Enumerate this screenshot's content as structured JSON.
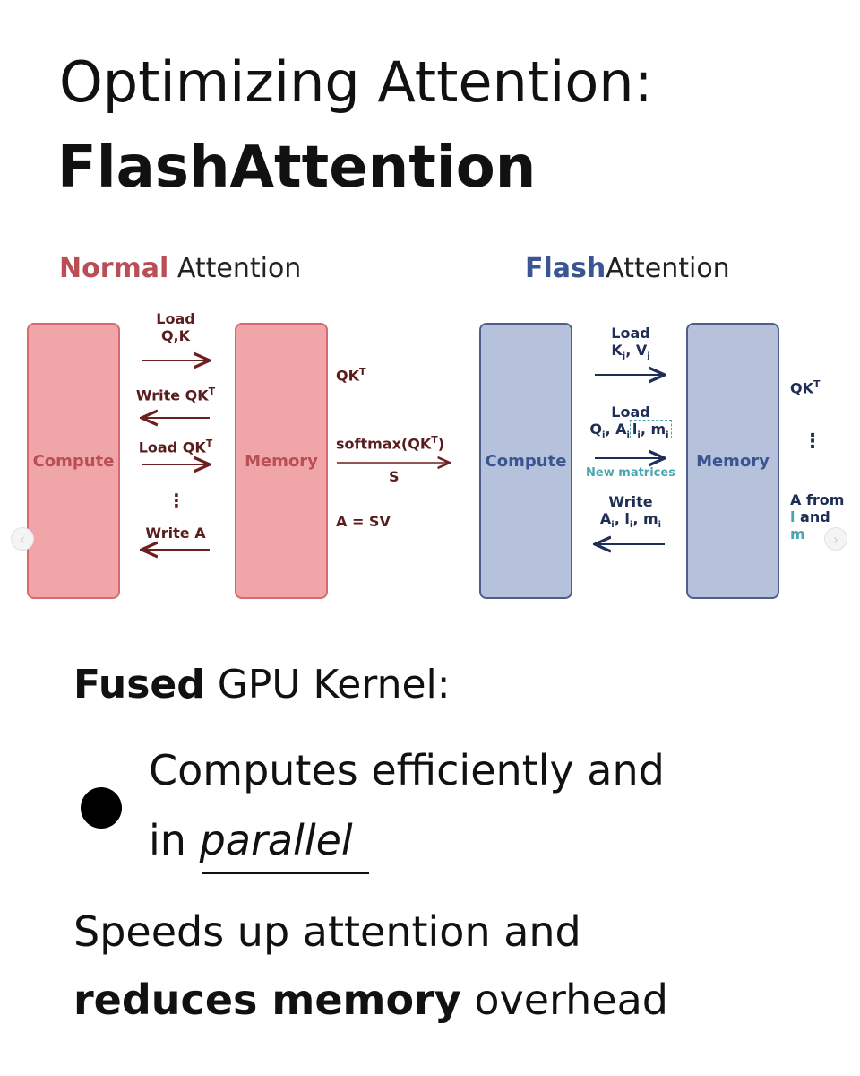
{
  "title": {
    "line1": "Optimizing Attention:",
    "line2": "FlashAttention"
  },
  "normal": {
    "heading_prefix": "Normal",
    "heading_suffix": " Attention",
    "compute_label": "Compute",
    "memory_label": "Memory",
    "arrow1_line1": "Load",
    "arrow1_line2": "Q,K",
    "arrow2_label": "Write QK",
    "arrow3_label": "Load QK",
    "ellipsis": "⋮",
    "arrow4_label": "Write A",
    "sup_T": "T",
    "right_qk": "QK",
    "softmax_num_prefix": "softmax(QK",
    "softmax_num_suffix": ")",
    "softmax_den": "S",
    "a_eq": "A = SV"
  },
  "flash": {
    "heading_prefix": "Flash",
    "heading_suffix": "Attention",
    "compute_label": "Compute",
    "memory_label": "Memory",
    "arrow1_line1": "Load",
    "arrow1_K": "K",
    "arrow1_j1": "j",
    "arrow1_comma": ", V",
    "arrow1_j2": "j",
    "arrow2_line1": "Load",
    "arrow2_Q": "Q",
    "arrow2_A": ", A",
    "arrow2_l": "l",
    "arrow2_m": ", m",
    "sub_i": "i",
    "new_matrices": "New matrices",
    "arrow3_line1": "Write",
    "arrow3_A": "A",
    "arrow3_l": ", l",
    "arrow3_m": ", m",
    "right_qk": "QK",
    "sup_T": "T",
    "ellipsis": "⋮",
    "right_a_from": "A from",
    "right_l": "l",
    "right_and": " and",
    "right_m": "m"
  },
  "nav": {
    "prev_glyph": "‹",
    "next_glyph": "›"
  },
  "fused": {
    "bold": "Fused",
    "rest": " GPU Kernel:"
  },
  "bullet": {
    "line1": "Computes efficiently and",
    "line2_prefix": "in ",
    "line2_italic": "parallel"
  },
  "speed": {
    "line1": "Speeds up attention and",
    "line2_bold": "reduces memory",
    "line2_rest": " overhead"
  },
  "colors": {
    "normal_accent": "#b94e55",
    "flash_accent": "#3a5592",
    "arrow_normal": "#6b1f1f",
    "arrow_flash": "#1f2e55",
    "teal": "#4aa6b3"
  }
}
